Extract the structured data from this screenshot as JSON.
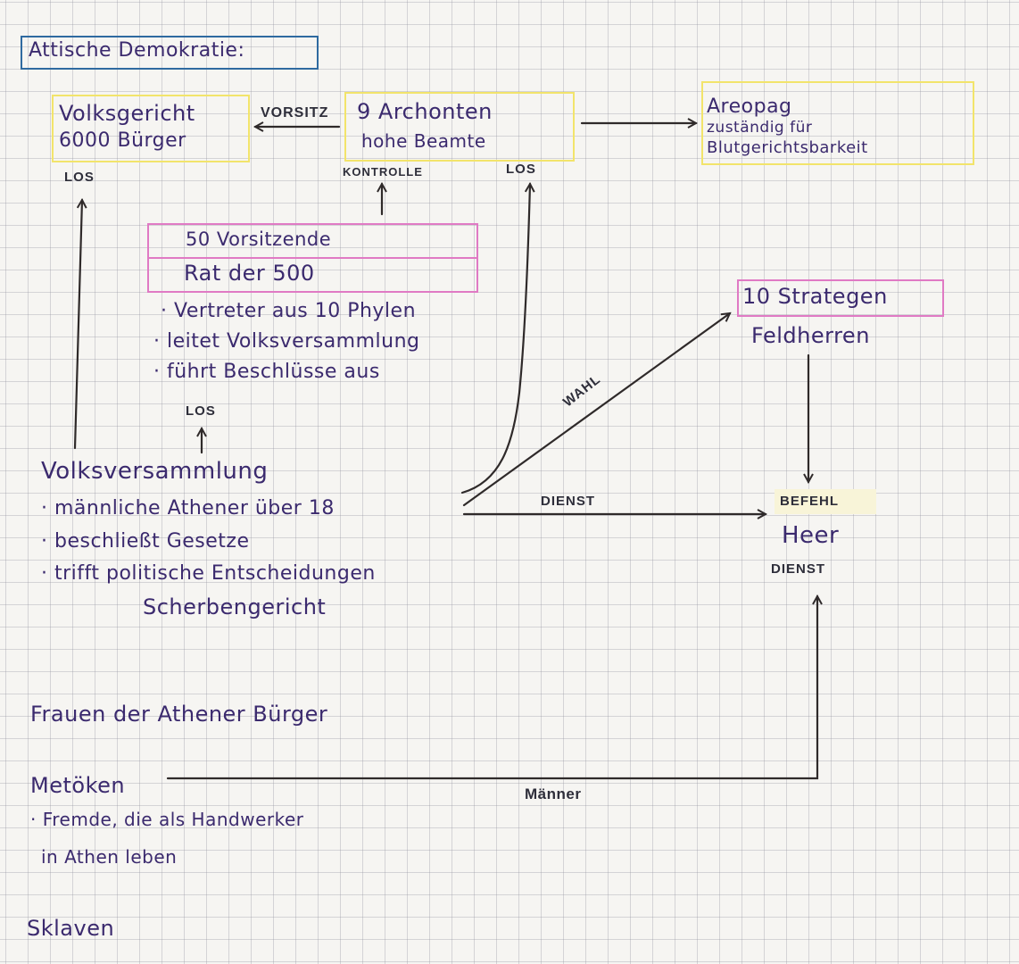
{
  "title": "Attische Demokratie:",
  "nodes": {
    "volksgericht": {
      "line1": "Volksgericht",
      "line2": "6000 Bürger"
    },
    "archonten": {
      "line1": "9 Archonten",
      "line2": "hohe Beamte"
    },
    "areopag": {
      "line1": "Areopag",
      "line2": "zuständig für",
      "line3": "Blutgerichtsbarkeit"
    },
    "rat": {
      "line1": "50 Vorsitzende",
      "line2": "Rat der 500",
      "bullets": [
        "· Vertreter aus 10 Phylen",
        "· leitet Volksversammlung",
        "· führt Beschlüsse aus"
      ]
    },
    "strategen": {
      "line1": "10 Strategen",
      "line2": "Feldherren"
    },
    "volksversammlung": {
      "title": "Volksversammlung",
      "bullets": [
        "· männliche Athener über 18",
        "· beschließt Gesetze",
        "· trifft politische Entscheidungen"
      ],
      "extra": "Scherbengericht"
    },
    "heer": {
      "label": "Heer"
    },
    "frauen": {
      "label": "Frauen der Athener Bürger"
    },
    "metoeken": {
      "title": "Metöken",
      "line1": "· Fremde, die als Handwerker",
      "line2": "in Athen leben"
    },
    "sklaven": {
      "label": "Sklaven"
    }
  },
  "labels": {
    "vorsitz": "VORSITZ",
    "los_volksgericht": "LOS",
    "kontrolle": "KONTROLLE",
    "los_archonten": "LOS",
    "los_rat": "LOS",
    "wahl": "WAHL",
    "dienst_mid": "DIENST",
    "befehl": "BEFEHL",
    "dienst_heer": "DIENST",
    "maenner": "Männer"
  },
  "colors": {
    "ink": "#3b2a6e",
    "box_yellow": "#f2e46b",
    "box_magenta": "#e07ac4",
    "box_blue": "#2f6aa0",
    "arrow": "#2f2a2a"
  }
}
